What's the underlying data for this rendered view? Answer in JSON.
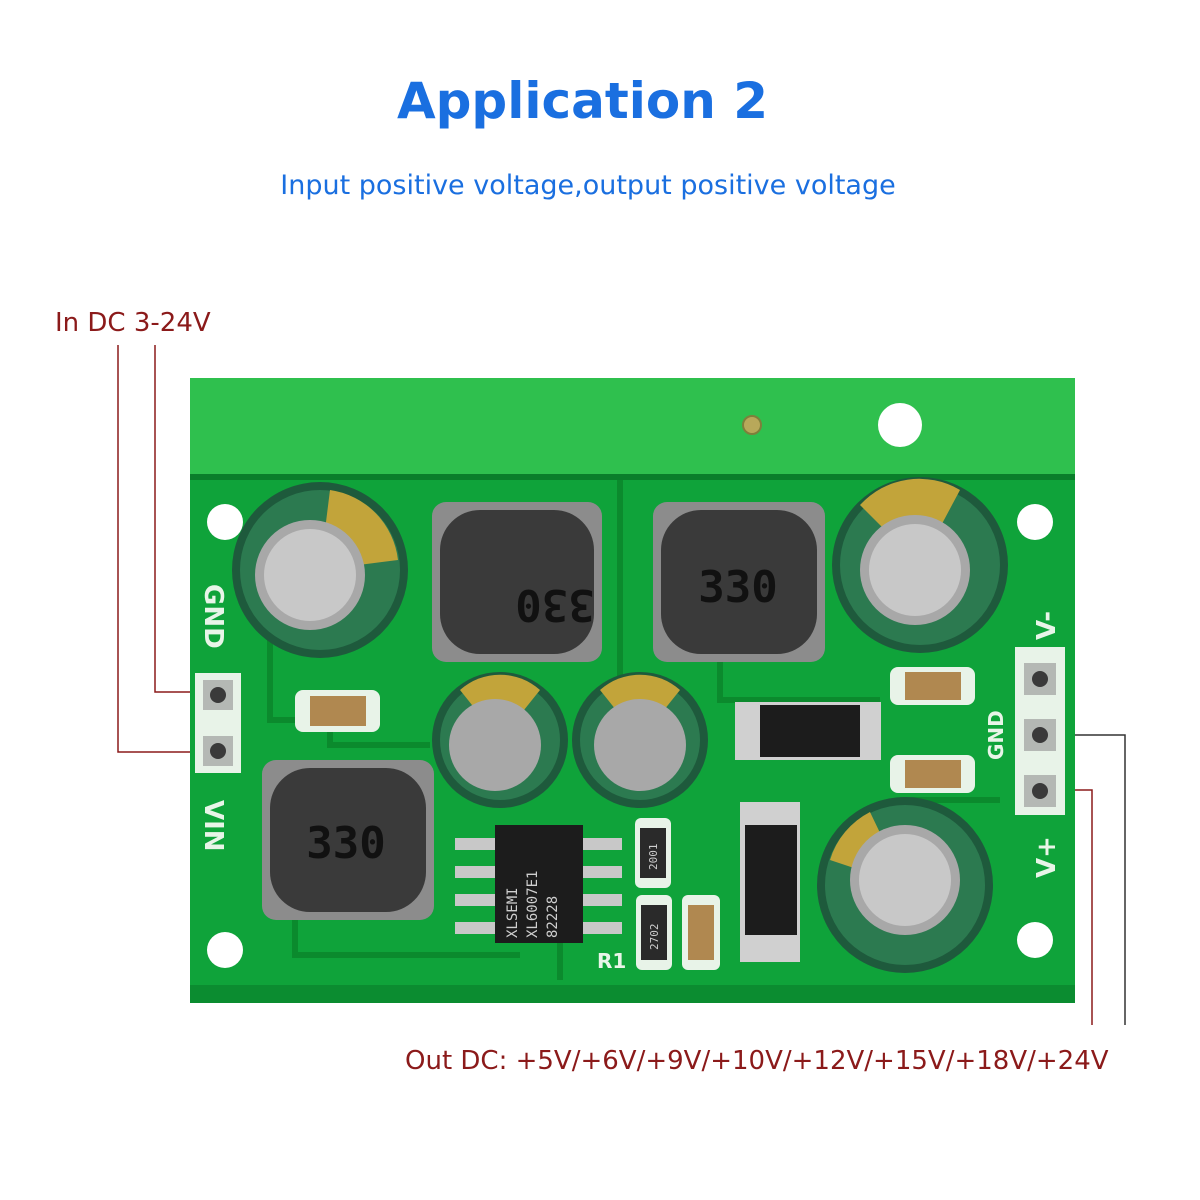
{
  "header": {
    "title": "Application 2",
    "subtitle": "Input positive voltage,output positive voltage"
  },
  "annotations": {
    "input": "In DC 3-24V",
    "output": "Out DC: +5V/+6V/+9V/+10V/+12V/+15V/+18V/+24V"
  },
  "board": {
    "pins_left": {
      "gnd": "GND",
      "vin": "VIN"
    },
    "pins_right": {
      "v_minus": "V-",
      "gnd": "GND",
      "v_plus": "V+"
    },
    "inductor_marking": "330",
    "chip_lines": [
      "XLSEMI",
      "XL6007E1",
      "82228"
    ],
    "resistor_ref": "R1",
    "resistor_code_1": "2001",
    "resistor_code_2": "2702",
    "colors": {
      "pcb": "#0fa33a",
      "pcb_light": "#26c04f",
      "wire": "#8b1a1a",
      "title": "#1a6fe0"
    }
  }
}
